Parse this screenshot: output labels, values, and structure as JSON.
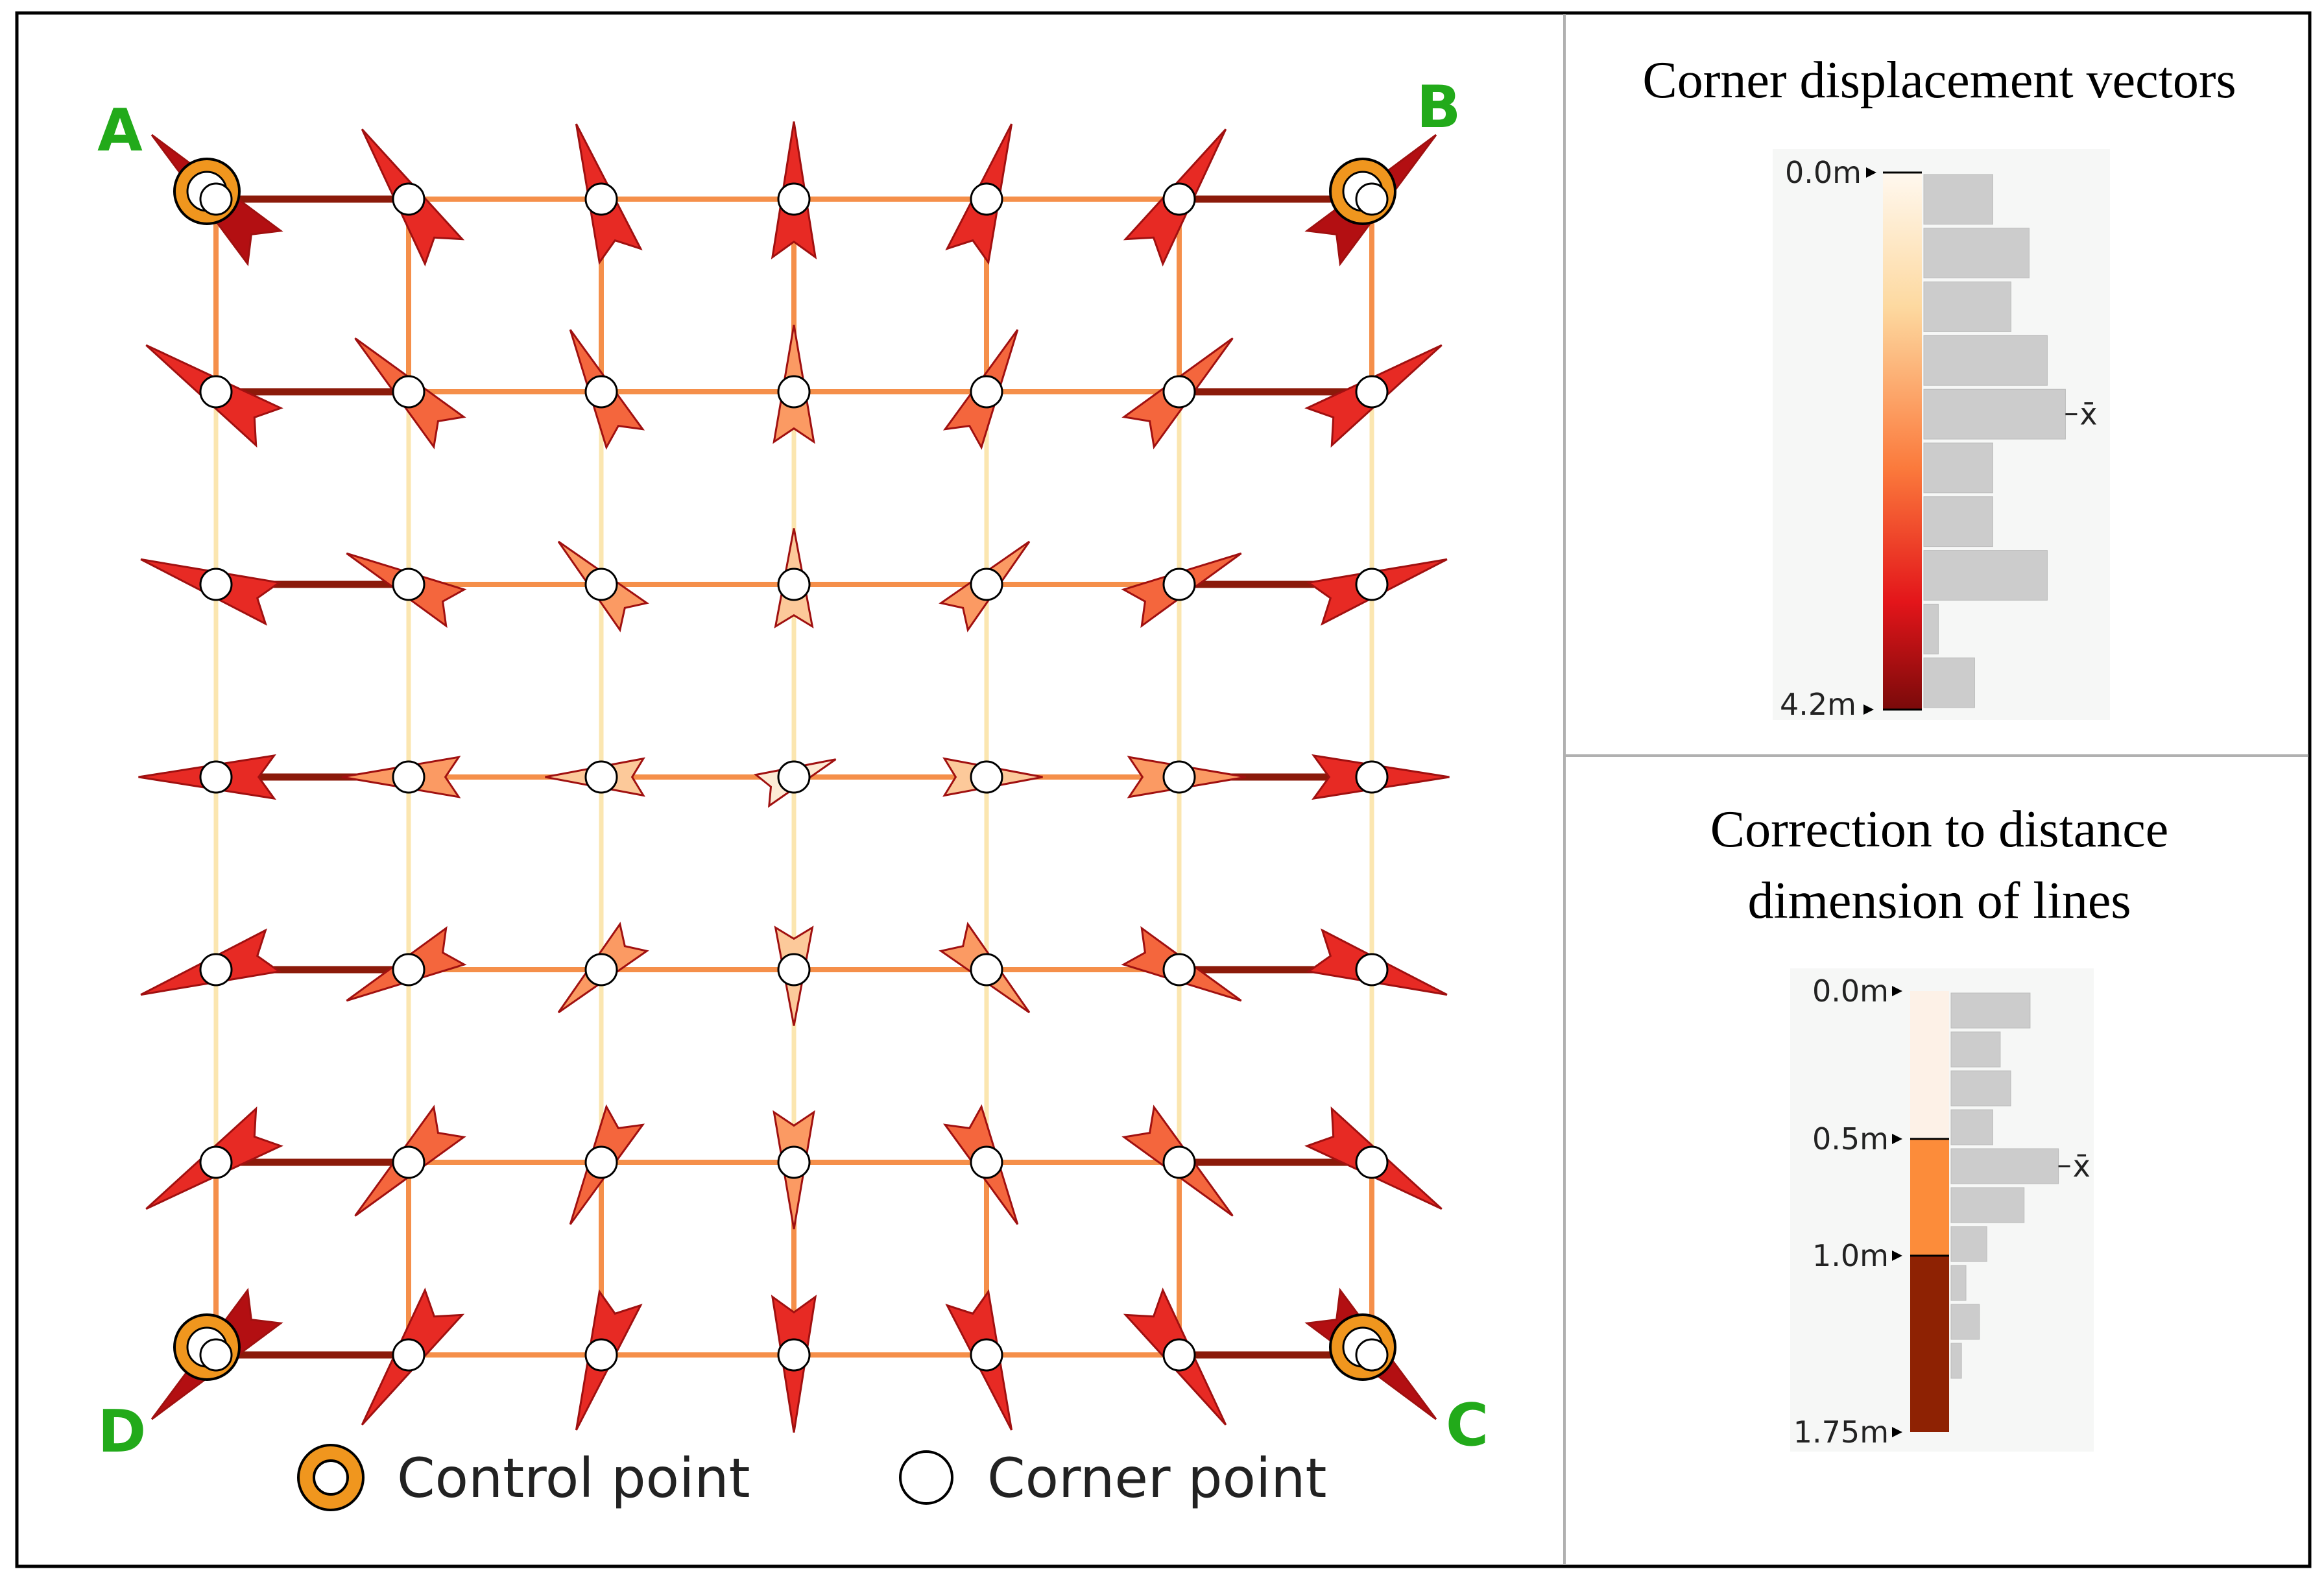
{
  "figure": {
    "corner_labels": {
      "a": "A",
      "b": "B",
      "c": "C",
      "d": "D"
    },
    "legend": {
      "control": "Control point",
      "corner": "Corner point"
    },
    "grid": {
      "columns": 7,
      "rows": 7,
      "control_points": [
        "A",
        "B",
        "C",
        "D"
      ]
    }
  },
  "panel_displacement": {
    "title": "Corner displacement vectors",
    "scale_top": "0.0m",
    "scale_bottom": "4.2m",
    "mean_marker": "x̄",
    "histogram": [
      0.19,
      0.29,
      0.24,
      0.34,
      0.39,
      0.19,
      0.19,
      0.34,
      0.04,
      0.14
    ],
    "mean_bin": 4
  },
  "panel_distance": {
    "title_line1": "Correction to distance",
    "title_line2": "dimension of lines",
    "scale_labels": [
      "0.0m",
      "0.5m",
      "1.0m",
      "1.75m"
    ],
    "mean_marker": "x̄",
    "histogram": [
      0.53,
      0.33,
      0.4,
      0.28,
      0.72,
      0.49,
      0.24,
      0.1,
      0.19,
      0.07
    ],
    "mean_bin": 4
  },
  "colors": {
    "frame": "#000000",
    "divider": "#b0b0b0",
    "label_green": "#22aa1a",
    "control_ring": "#f0961e",
    "grid_dark": "#8b1a0a",
    "grid_orange": "#f58f4a",
    "grid_light": "#fbe6b0",
    "bar_gray": "#cccccc",
    "panel_bg": "#f6f7f6",
    "dist_light": "#fdf1e7",
    "dist_mid": "#fc8c3a",
    "dist_dark": "#8e2203"
  }
}
